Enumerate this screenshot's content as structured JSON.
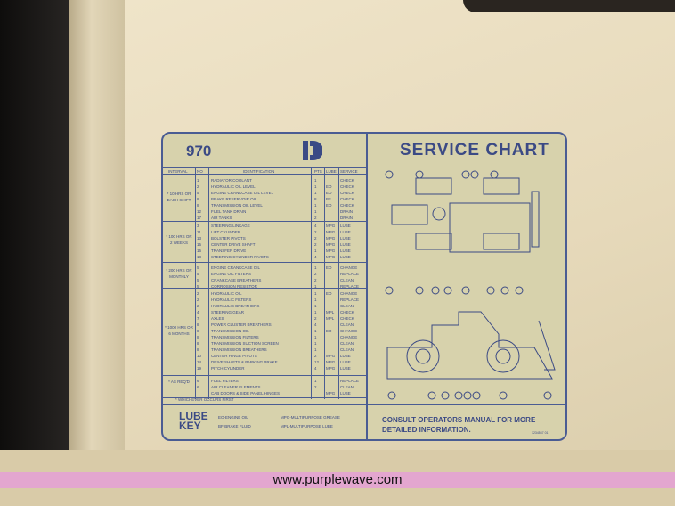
{
  "chart": {
    "model": "970",
    "title": "SERVICE CHART",
    "headers": [
      "INTERVAL",
      "NO",
      "IDENTIFICATION",
      "PTS",
      "LUBE",
      "SERVICE"
    ],
    "groups": [
      {
        "interval": "* 10 HRS OR EACH SHIFT",
        "rows": [
          [
            "1",
            "RADIATOR COOLANT",
            "1",
            "",
            "CHECK"
          ],
          [
            "2",
            "HYDRAULIC OIL LEVEL",
            "1",
            "EO",
            "CHECK"
          ],
          [
            "5",
            "ENGINE CRANKCASE OIL LEVEL",
            "1",
            "EO",
            "CHECK"
          ],
          [
            "8",
            "BRAKE RESERVOIR OIL",
            "8",
            "BF",
            "CHECK"
          ],
          [
            "8",
            "TRANSMISSION OIL LEVEL",
            "1",
            "EO",
            "CHECK"
          ],
          [
            "12",
            "FUEL TANK DRAIN",
            "1",
            "",
            "DRAIN"
          ],
          [
            "17",
            "AIR TANKS",
            "2",
            "",
            "DRAIN"
          ]
        ]
      },
      {
        "interval": "* 100 HRS OR 2 WEEKS",
        "rows": [
          [
            "3",
            "STEERING LINKAGE",
            "4",
            "MPG",
            "LUBE"
          ],
          [
            "11",
            "LIFT CYLINDER",
            "2",
            "MPG",
            "LUBE"
          ],
          [
            "13",
            "BOLSTER PIVOTS",
            "2",
            "MPG",
            "LUBE"
          ],
          [
            "15",
            "CENTER DRIVE SHAFT",
            "2",
            "MPG",
            "LUBE"
          ],
          [
            "16",
            "TRANSFER DRIVE",
            "1",
            "MPG",
            "LUBE"
          ],
          [
            "18",
            "STEERING CYLINDER PIVOTS",
            "4",
            "MPG",
            "LUBE"
          ]
        ]
      },
      {
        "interval": "* 200 HRS OR MONTHLY",
        "rows": [
          [
            "5",
            "ENGINE CRANKCASE OIL",
            "1",
            "EO",
            "CHANGE"
          ],
          [
            "5",
            "ENGINE OIL FILTERS",
            "2",
            "",
            "REPLACE"
          ],
          [
            "5",
            "CRANKCASE BREATHERS",
            "2",
            "",
            "CLEAN"
          ],
          [
            "5",
            "CORROSION RESISTOR",
            "1",
            "",
            "REPLACE"
          ]
        ]
      },
      {
        "interval": "* 1000 HRS OR 6 MONTHS",
        "rows": [
          [
            "2",
            "HYDRAULIC OIL",
            "1",
            "EO",
            "CHANGE"
          ],
          [
            "2",
            "HYDRAULIC FILTERS",
            "1",
            "",
            "REPLACE"
          ],
          [
            "2",
            "HYDRAULIC BREATHERS",
            "1",
            "",
            "CLEAN"
          ],
          [
            "4",
            "STEERING GEAR",
            "1",
            "MPL",
            "CHECK"
          ],
          [
            "7",
            "AXLES",
            "2",
            "MPL",
            "CHECK"
          ],
          [
            "8",
            "POWER CLUSTER BREATHERS",
            "4",
            "",
            "CLEAN"
          ],
          [
            "8",
            "TRANSMISSION OIL",
            "1",
            "EO",
            "CHANGE"
          ],
          [
            "8",
            "TRANSMISSION FILTERS",
            "1",
            "",
            "CHANGE"
          ],
          [
            "8",
            "TRANSMISSION SUCTION SCREEN",
            "1",
            "",
            "CLEAN"
          ],
          [
            "8",
            "TRANSMISSION BREATHERS",
            "1",
            "",
            "CLEAN"
          ],
          [
            "10",
            "CENTER HINGE PIVOTS",
            "2",
            "MPG",
            "LUBE"
          ],
          [
            "14",
            "DRIVE SHAFTS & PARKING BRAKE",
            "12",
            "MPG",
            "LUBE"
          ],
          [
            "19",
            "PITCH CYLINDER",
            "4",
            "MPG",
            "LUBE"
          ]
        ]
      },
      {
        "interval": "* AS REQ'D",
        "rows": [
          [
            "6",
            "FUEL FILTERS",
            "1",
            "",
            "REPLACE"
          ],
          [
            "6",
            "AIR CLEANER ELEMENTS",
            "2",
            "",
            "CLEAN"
          ],
          [
            "",
            "CAB DOORS & SIDE PANEL HINGES",
            "",
            "MPG",
            "LUBE"
          ]
        ]
      }
    ],
    "footnote": "* WHICHEVER OCCURS FIRST",
    "lube_key": {
      "title_1": "LUBE",
      "title_2": "KEY",
      "eo": "EO-ENGINE OIL",
      "bf": "BF-BRAKE FLUID",
      "mpg": "MPG-MULTIPURPOSE GREASE",
      "mpl": "MPL-MULTIPURPOSE LUBE"
    },
    "consult_1": "CONSULT OPERATORS MANUAL FOR MORE",
    "consult_2": "DETAILED INFORMATION.",
    "code": "1234567 01"
  },
  "watermark": "www.purplewave.com",
  "colors": {
    "ink": "#3b4a85",
    "decal": "#d7d2ac",
    "panel": "#e6d9ba",
    "band": "#e3a6cf"
  }
}
